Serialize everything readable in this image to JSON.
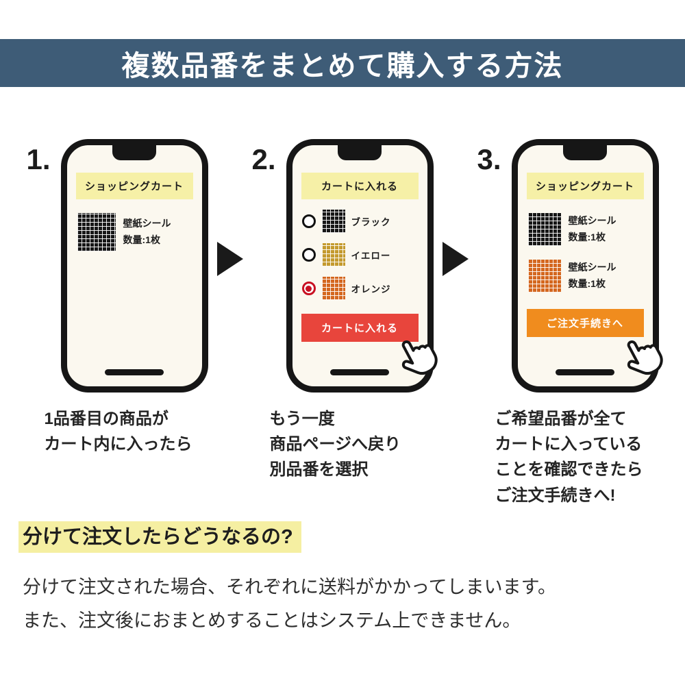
{
  "banner": {
    "title": "複数品番をまとめて購入する方法"
  },
  "colors": {
    "banner_bg": "#3e5c77",
    "screen_bg": "#fbf8ef",
    "screen_header_bg": "#f6f0a7",
    "add_to_cart_button": "#e8453c",
    "checkout_button": "#f08c1e",
    "selected_radio": "#c81022",
    "highlight": "#f5efa2"
  },
  "icons": {
    "step_arrow": "black-right-triangle",
    "cursor": "hand-pointer",
    "notch": "phone-notch",
    "homebar": "phone-home-indicator"
  },
  "steps": [
    {
      "number": "1.",
      "phone": {
        "header": "ショッピングカート",
        "items": [
          {
            "swatch": "black-grid-swatch",
            "name": "壁紙シール",
            "qty": "数量:1枚"
          }
        ]
      },
      "caption": [
        "1品番目の商品が",
        "カート内に入ったら"
      ]
    },
    {
      "number": "2.",
      "phone": {
        "header": "カートに入れる",
        "options": [
          {
            "swatch": "black-grid-swatch",
            "label": "ブラック",
            "selected": false
          },
          {
            "swatch": "yellow-grid-swatch",
            "label": "イエロー",
            "selected": false
          },
          {
            "swatch": "orange-grid-swatch",
            "label": "オレンジ",
            "selected": true
          }
        ],
        "button": {
          "label": "カートに入れる"
        }
      },
      "caption": [
        "もう一度",
        "商品ページへ戻り",
        "別品番を選択"
      ]
    },
    {
      "number": "3.",
      "phone": {
        "header": "ショッピングカート",
        "items": [
          {
            "swatch": "black-grid-swatch",
            "name": "壁紙シール",
            "qty": "数量:1枚"
          },
          {
            "swatch": "orange-grid-swatch",
            "name": "壁紙シール",
            "qty": "数量:1枚"
          }
        ],
        "button": {
          "label": "ご注文手続きへ"
        }
      },
      "caption": [
        "ご希望品番が全て",
        "カートに入っている",
        "ことを確認できたら",
        "ご注文手続きへ!"
      ]
    }
  ],
  "footer": {
    "heading": "分けて注文したらどうなるの?",
    "lines": [
      "分けて注文された場合、それぞれに送料がかかってしまいます。",
      "また、注文後におまとめすることはシステム上できません。"
    ]
  }
}
